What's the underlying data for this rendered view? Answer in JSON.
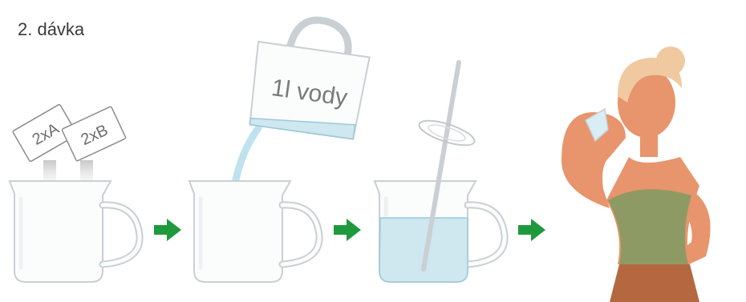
{
  "title": "2. dávka",
  "sachets": [
    "2xA",
    "2xB"
  ],
  "jug_label": "1l vody",
  "colors": {
    "arrow": "#1e9a3c",
    "water": "#cfe7ef",
    "water_edge": "#9cc9d8",
    "glass_outline": "#c9cfd3",
    "sachet_outline": "#8c8c8c",
    "skin": "#e8946c",
    "hair": "#f0c9a0",
    "top": "#8e9a63",
    "pants": "#b5683f"
  },
  "icons": [
    "sachet-a-icon",
    "sachet-b-icon",
    "powder-icon",
    "pouring-jug-icon",
    "measuring-jug-icon",
    "stir-rod-icon",
    "arrow-right-icon",
    "woman-drinking-icon"
  ]
}
